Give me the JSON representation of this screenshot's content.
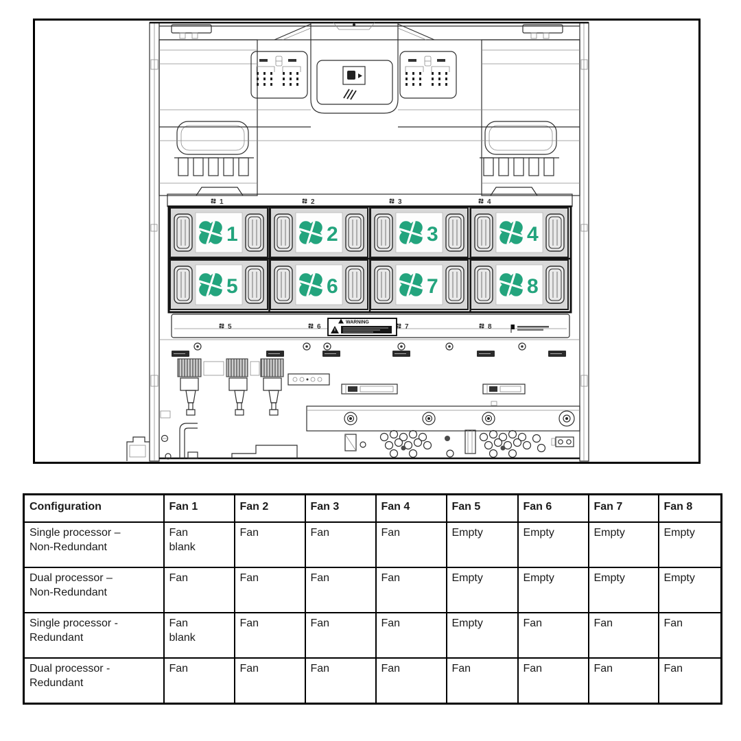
{
  "figure": {
    "fan_numbers": [
      "1",
      "2",
      "3",
      "4",
      "5",
      "6",
      "7",
      "8"
    ],
    "bay_labels_row1": [
      "1",
      "2",
      "3",
      "4"
    ],
    "bay_labels_row2": [
      "5",
      "6",
      "7",
      "8"
    ],
    "warning_text": "WARNING",
    "colors": {
      "fan_green": "#23a47d",
      "line_dark": "#2e2e2e",
      "module_gray": "#d8d8d8"
    }
  },
  "table": {
    "headers": [
      "Configuration",
      "Fan 1",
      "Fan 2",
      "Fan 3",
      "Fan 4",
      "Fan 5",
      "Fan 6",
      "Fan 7",
      "Fan 8"
    ],
    "rows": [
      {
        "config": "Single processor –\nNon-Redundant",
        "cells": [
          "Fan\nblank",
          "Fan",
          "Fan",
          "Fan",
          "Empty",
          "Empty",
          "Empty",
          "Empty"
        ]
      },
      {
        "config": "Dual processor –\nNon-Redundant",
        "cells": [
          "Fan",
          "Fan",
          "Fan",
          "Fan",
          "Empty",
          "Empty",
          "Empty",
          "Empty"
        ]
      },
      {
        "config": "Single processor -\nRedundant",
        "cells": [
          "Fan\nblank",
          "Fan",
          "Fan",
          "Fan",
          "Empty",
          "Fan",
          "Fan",
          "Fan"
        ]
      },
      {
        "config": "Dual processor -\nRedundant",
        "cells": [
          "Fan",
          "Fan",
          "Fan",
          "Fan",
          "Fan",
          "Fan",
          "Fan",
          "Fan"
        ]
      }
    ]
  }
}
